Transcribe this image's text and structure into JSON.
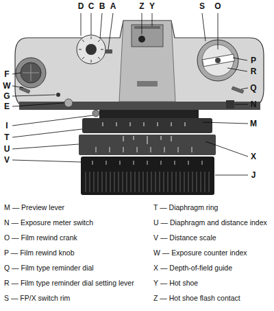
{
  "diagram": {
    "labels": [
      "D",
      "C",
      "B",
      "A",
      "Z",
      "Y",
      "S",
      "O",
      "P",
      "R",
      "F",
      "W",
      "G",
      "Q",
      "E",
      "N",
      "I",
      "M",
      "T",
      "U",
      "X",
      "V",
      "J",
      "M — Preview lever",
      "T — Diaphragm ring",
      "N — Exposure meter switch",
      "U — Diaphragm and distance index",
      "O — Film rewind crank",
      "V — Distance scale",
      "P — Film rewind knob",
      "W — Exposure counter index",
      "Q — Film type reminder dial",
      "X — Depth-of-field guide",
      "R — Film type reminder dial setting lever",
      "Y — Hot shoe",
      "S — FP/X switch rim",
      "Z — Hot shoe flash contact"
    ]
  }
}
